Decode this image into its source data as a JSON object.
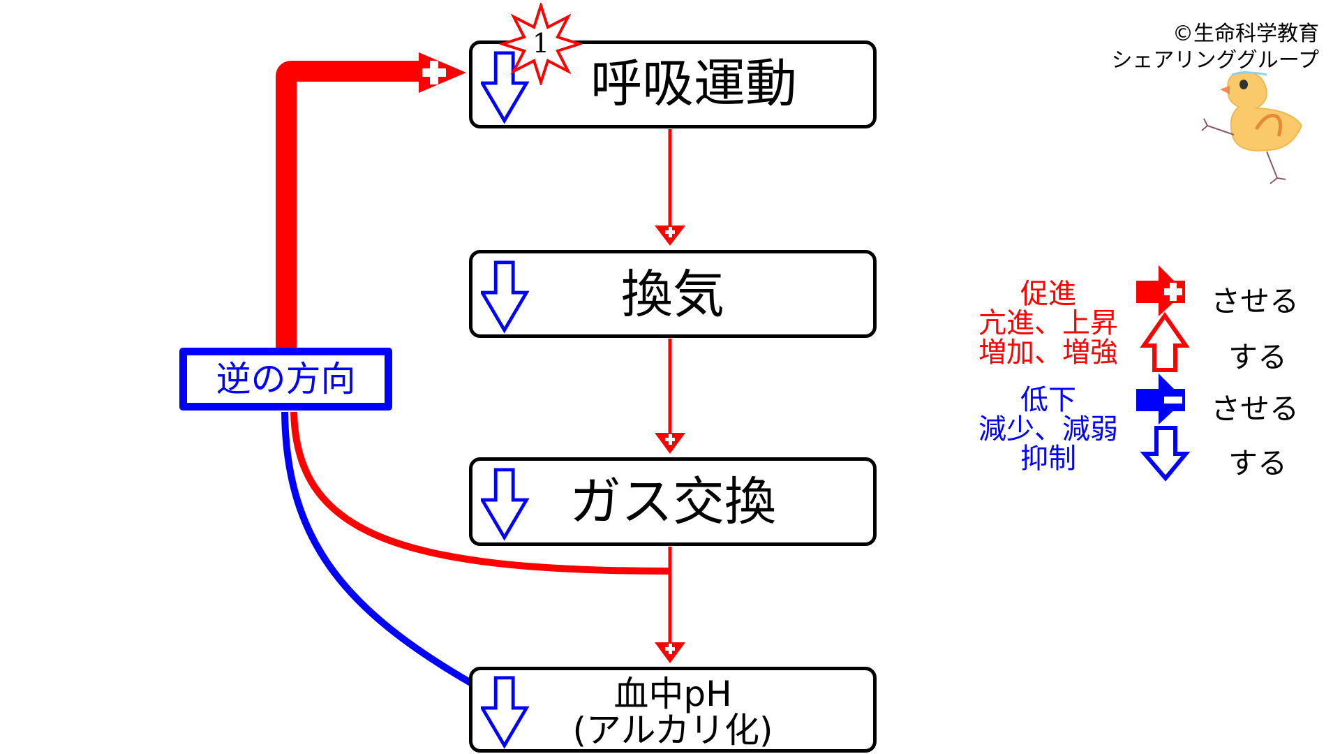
{
  "colors": {
    "promote": "#ff0000",
    "suppress": "#0000ff",
    "box_border": "#000000",
    "text": "#000000"
  },
  "credit": {
    "line1": "©生命科学教育",
    "line2": "シェアリンググループ"
  },
  "marker": {
    "label": "1",
    "icon": "starburst-icon"
  },
  "flow": [
    {
      "label": "呼吸運動",
      "state": "decrease",
      "state_icon": "hollow-down-arrow-icon"
    },
    {
      "label": "換気",
      "state": "decrease",
      "state_icon": "hollow-down-arrow-icon"
    },
    {
      "label": "ガス交換",
      "state": "decrease",
      "state_icon": "hollow-down-arrow-icon"
    },
    {
      "label_line1": "血中pH",
      "label_line2": "(アルカリ化)",
      "state": "decrease",
      "state_icon": "hollow-down-arrow-icon"
    }
  ],
  "connectors": [
    {
      "from": "呼吸運動",
      "to": "換気",
      "effect": "promote",
      "sign": "+"
    },
    {
      "from": "換気",
      "to": "ガス交換",
      "effect": "promote",
      "sign": "+"
    },
    {
      "from": "ガス交換",
      "to": "血中pH",
      "effect": "promote",
      "sign": "+"
    }
  ],
  "feedback": {
    "label": "逆の方向",
    "target": "呼吸運動",
    "effect": "promote",
    "sign": "+"
  },
  "legend": {
    "promote_words": [
      "促進",
      "亢進、上昇",
      "増加、増強"
    ],
    "suppress_words": [
      "低下",
      "減少、減弱",
      "抑制"
    ],
    "promote_arrow_suffix": "させる",
    "up_arrow_suffix": "する",
    "suppress_arrow_suffix": "させる",
    "down_arrow_suffix": "する"
  }
}
